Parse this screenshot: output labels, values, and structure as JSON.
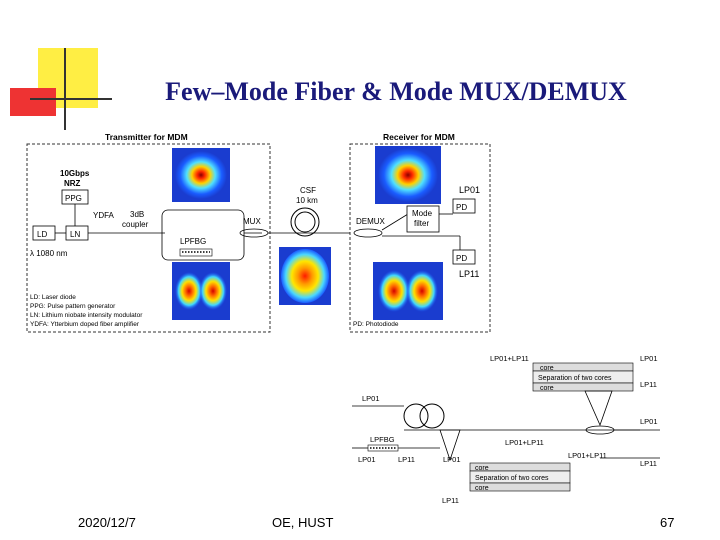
{
  "slide": {
    "title": "Few–Mode Fiber & Mode MUX/DEMUX",
    "footer_date": "2020/12/7",
    "footer_org": "OE, HUST",
    "page_number": "67"
  },
  "figure_top": {
    "transmitter_label": "Transmitter for MDM",
    "receiver_label": "Receiver for MDM",
    "src_line1": "10Gbps",
    "src_line2": "NRZ",
    "ppg": "PPG",
    "ydfa": "YDFA",
    "ld": "LD",
    "ln": "LN",
    "wavelength": "λ 1080 nm",
    "coupler_line1": "3dB",
    "coupler_line2": "coupler",
    "lpfbg": "LPFBG",
    "mux": "MUX",
    "csf_line1": "CSF",
    "csf_line2": "10 km",
    "demux": "DEMUX",
    "mode_filter_line1": "Mode",
    "mode_filter_line2": "filter",
    "lp01": "LP01",
    "lp11": "LP11",
    "pd_upper": "PD",
    "pd_lower": "PD",
    "legend_ld": "LD: Laser diode",
    "legend_ppg": "PPG: Pulse pattern generator",
    "legend_ln": "LN: Lithium niobate intensity modulator",
    "legend_ydfa": "YDFA: Ytterbium doped fiber amplifier",
    "legend_pd": "PD: Photodiode"
  },
  "figure_bottom": {
    "lp01_lp11_top": "LP01+LP11",
    "lp01_lp11_mid": "LP01+LP11",
    "lp01_lp11_bottom": "LP01+LP11",
    "core": "core",
    "separation": "Separation of two cores",
    "lp01_left": "LP01",
    "lp01_lower": "LP01",
    "lp11_lower": "LP11",
    "lp01_center": "LP01",
    "lp11_center": "LP11",
    "lpfbg": "LPFBG",
    "right_lp01_top": "LP01",
    "right_lp11_top": "LP11",
    "right_lp01_bot": "LP01",
    "right_lp11_bot": "LP11"
  },
  "colors": {
    "title": "#1a1a7a",
    "deco_yellow": "#ffee44",
    "deco_red": "#ee3333",
    "deco_line": "#333333"
  }
}
